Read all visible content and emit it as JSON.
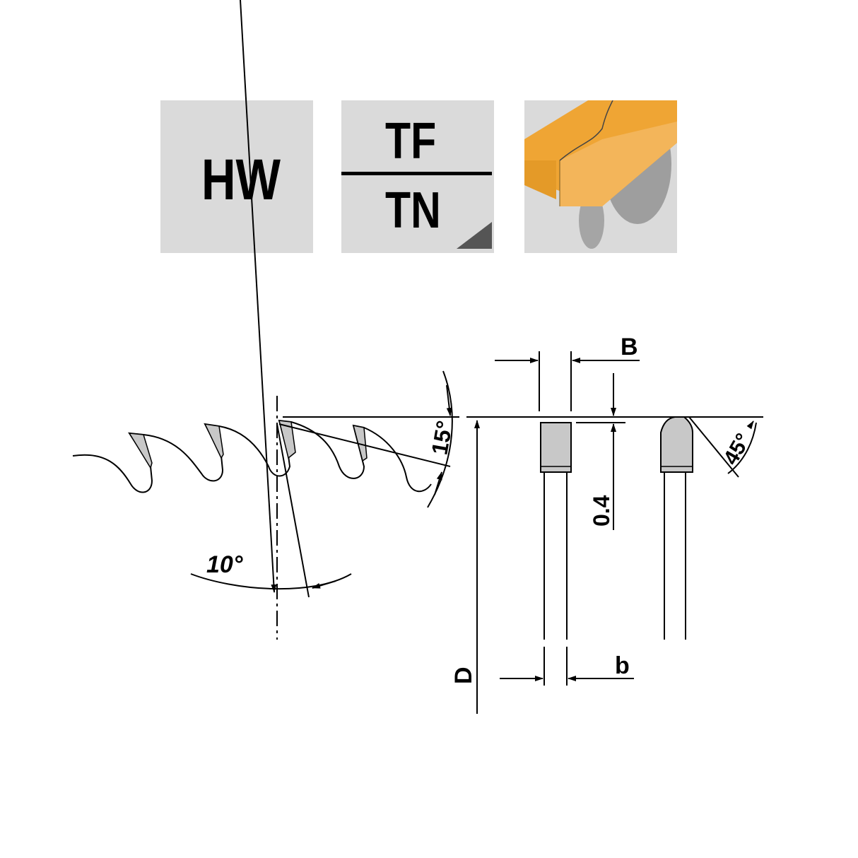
{
  "badges": {
    "material": "HW",
    "tooth_top": "TF",
    "tooth_bottom": "TN"
  },
  "diagram": {
    "hook_angle": "10°",
    "clearance_angle": "15°",
    "chamfer_angle": "45°",
    "kerf_label": "B",
    "body_label": "b",
    "diameter_label": "D",
    "offset_label": "0.4"
  },
  "colors": {
    "tile_bg": "#dadada",
    "wood": "#efa534",
    "carbide": "#c8c8c8",
    "accent_text": "#1a1a1a"
  }
}
